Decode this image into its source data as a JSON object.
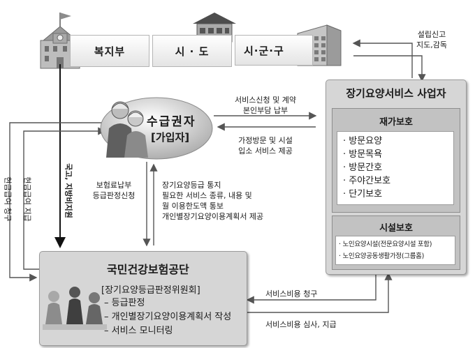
{
  "gov_agencies": {
    "welfare_ministry": "복지부",
    "province": "시 · 도",
    "city_county": "시·군·구"
  },
  "provider": {
    "title": "장기요양서비스 사업자",
    "home_care": {
      "title": "재가보호",
      "items": [
        "방문요양",
        "방문목욕",
        "방문간호",
        "주야간보호",
        "단기보호"
      ]
    },
    "facility_care": {
      "title": "시설보호",
      "items": [
        "노인요양시설(전문요양시설 포함)",
        "노인요양공동생활가정(그룹홈)"
      ]
    }
  },
  "beneficiary": {
    "title": "수급권자",
    "subtitle": "[가입자]"
  },
  "nhis": {
    "title": "국민건강보험공단",
    "committee": "[장기요양등급판정위원회]",
    "functions": [
      "등급판정",
      "개인별장기요양이용계획서 작성",
      "서비스 모니터링"
    ]
  },
  "labels": {
    "establish_report": [
      "설립신고",
      "지도,감독"
    ],
    "service_request": [
      "서비스신청 및 계약",
      "본인부담 납부"
    ],
    "service_provide": [
      "가정방문 및 시설",
      "입소 서비스 제공"
    ],
    "premium_payment": [
      "보험료납부",
      "등급판정신청"
    ],
    "notification": [
      "장기요양등급 통지",
      "필요한 서비스 종류, 내용 및",
      "월 이용한도액 통보",
      "개인별장기요양이용계획서 제공"
    ],
    "service_claim": "서비스비용 청구",
    "service_review": "서비스비용 심사, 지급",
    "state_support": "국고, 지방비지원",
    "cash_benefit": "현금급여 지급",
    "cash_request": "현금급여 청구"
  }
}
